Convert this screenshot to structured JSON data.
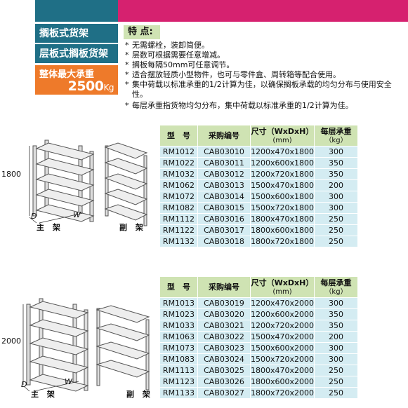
{
  "header": {
    "product_title": "搁板式货架",
    "product_subtitle": "层板式搁板货架",
    "load_label": "整体最大承重",
    "load_value": "2500",
    "load_unit": "Kg"
  },
  "features": {
    "heading": "特 点:",
    "items": [
      "无需螺栓，装卸简便。",
      "层数可根据需要任意增减。",
      "搁板每隔50mm可任意调节。",
      "适合摆放轻质小型物件，也可与零件盒、周转箱等配合使用。",
      "集中荷载以标准承重的1/2计算为佳，以确保搁板承载的均匀分布与使用安全性。",
      "每层承重指货物均匀分布，集中荷载以标准承重的1/2计算为佳。"
    ]
  },
  "table_headers": {
    "model": "型　号",
    "code": "采购编号",
    "size": "尺寸（WxDxH）",
    "size_unit": "(mm)",
    "load": "每层承重",
    "load_unit": "（kg）"
  },
  "diagram_labels": {
    "height_1800": "1800",
    "height_2000": "2000",
    "depth": "D",
    "width": "W",
    "main_frame": "主 架",
    "sub_frame": "副 架"
  },
  "table_1800": [
    [
      "RM1012",
      "CAB03010",
      "1200x470x1800",
      "300"
    ],
    [
      "RM1022",
      "CAB03011",
      "1200x600x1800",
      "350"
    ],
    [
      "RM1032",
      "CAB03012",
      "1200x720x1800",
      "350"
    ],
    [
      "RM1062",
      "CAB03013",
      "1500x470x1800",
      "200"
    ],
    [
      "RM1072",
      "CAB03014",
      "1500x600x1800",
      "300"
    ],
    [
      "RM1082",
      "CAB03015",
      "1500x720x1800",
      "300"
    ],
    [
      "RM1112",
      "CAB03016",
      "1800x470x1800",
      "250"
    ],
    [
      "RM1122",
      "CAB03017",
      "1800x600x1800",
      "250"
    ],
    [
      "RM1132",
      "CAB03018",
      "1800x720x1800",
      "250"
    ]
  ],
  "table_2000": [
    [
      "RM1013",
      "CAB03019",
      "1200x470x2000",
      "300"
    ],
    [
      "RM1023",
      "CAB03020",
      "1200x600x2000",
      "350"
    ],
    [
      "RM1033",
      "CAB03021",
      "1200x720x2000",
      "350"
    ],
    [
      "RM1063",
      "CAB03022",
      "1500x470x2000",
      "200"
    ],
    [
      "RM1073",
      "CAB03023",
      "1500x600x2000",
      "300"
    ],
    [
      "RM1083",
      "CAB03024",
      "1500x720x2000",
      "300"
    ],
    [
      "RM1113",
      "CAB03025",
      "1800x470x2000",
      "250"
    ],
    [
      "RM1123",
      "CAB03026",
      "1800x600x2000",
      "250"
    ],
    [
      "RM1133",
      "CAB03027",
      "1800x720x2000",
      "250"
    ]
  ]
}
